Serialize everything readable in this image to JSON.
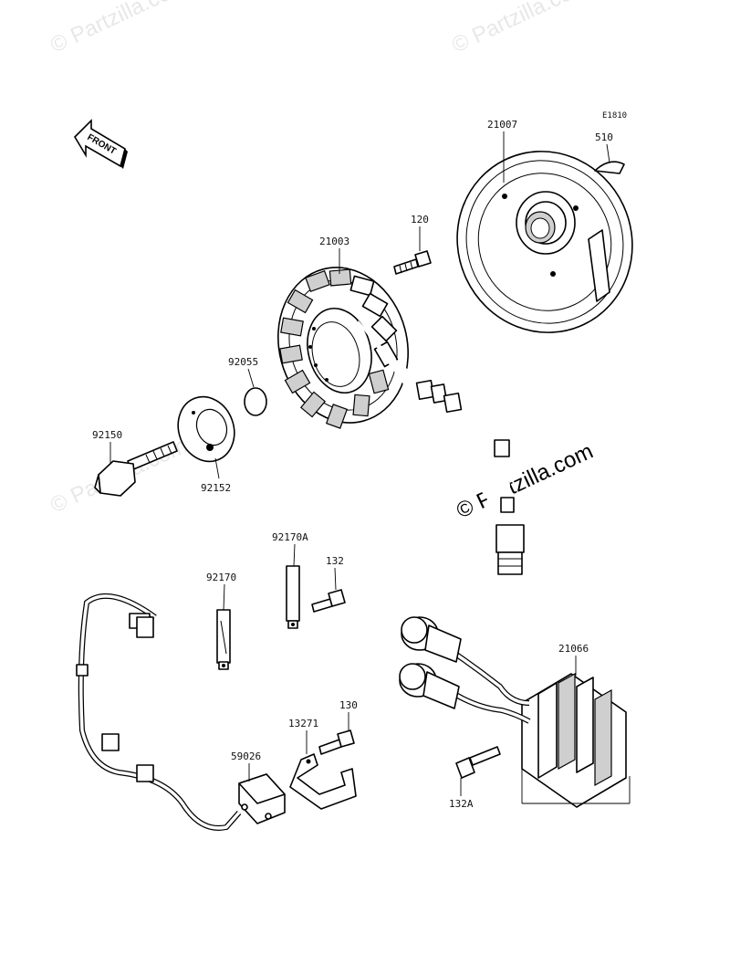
{
  "diagram": {
    "code": "E1810",
    "front_label": "FRONT",
    "watermark_main": "© Partzilla.com",
    "watermark_faint": "© Partzilla.com",
    "parts": [
      {
        "id": "21007",
        "label": "21007"
      },
      {
        "id": "510",
        "label": "510"
      },
      {
        "id": "120",
        "label": "120"
      },
      {
        "id": "21003",
        "label": "21003"
      },
      {
        "id": "92055",
        "label": "92055"
      },
      {
        "id": "92150",
        "label": "92150"
      },
      {
        "id": "92152",
        "label": "92152"
      },
      {
        "id": "92170A",
        "label": "92170A"
      },
      {
        "id": "92170",
        "label": "92170"
      },
      {
        "id": "132",
        "label": "132"
      },
      {
        "id": "21066",
        "label": "21066"
      },
      {
        "id": "130",
        "label": "130"
      },
      {
        "id": "13271",
        "label": "13271"
      },
      {
        "id": "59026",
        "label": "59026"
      },
      {
        "id": "132A",
        "label": "132A"
      }
    ]
  }
}
